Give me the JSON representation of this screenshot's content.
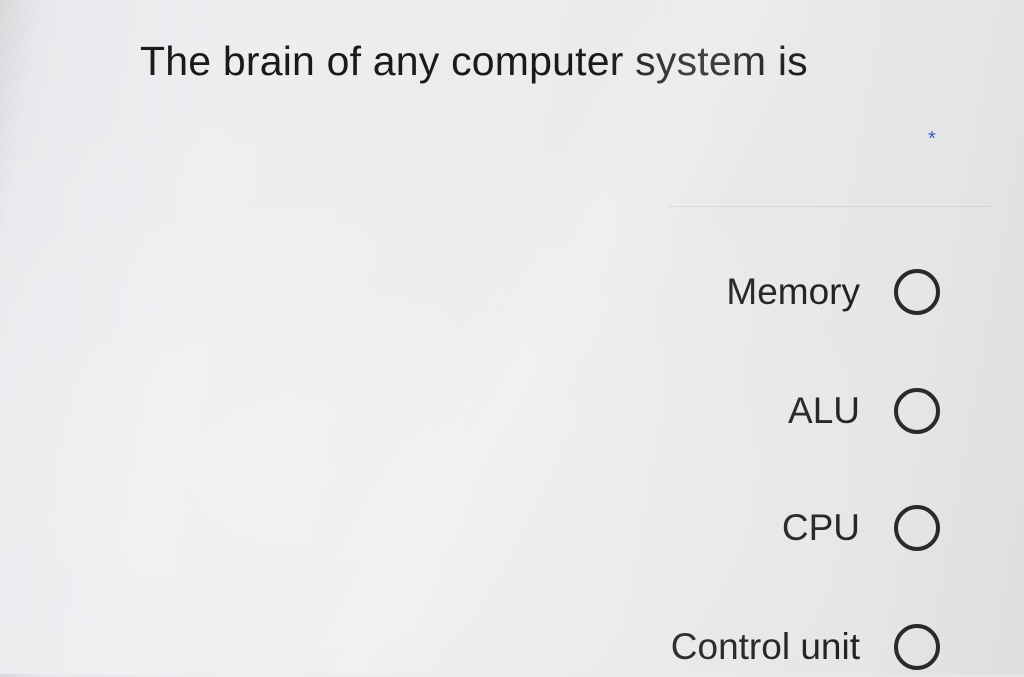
{
  "question": {
    "title": "The brain of any computer system is",
    "required_marker": "*",
    "required_color": "#3b5fc9"
  },
  "options": [
    {
      "label": "Memory",
      "selected": false
    },
    {
      "label": "ALU",
      "selected": false
    },
    {
      "label": "CPU",
      "selected": false
    },
    {
      "label": "Control unit",
      "selected": false
    }
  ]
}
